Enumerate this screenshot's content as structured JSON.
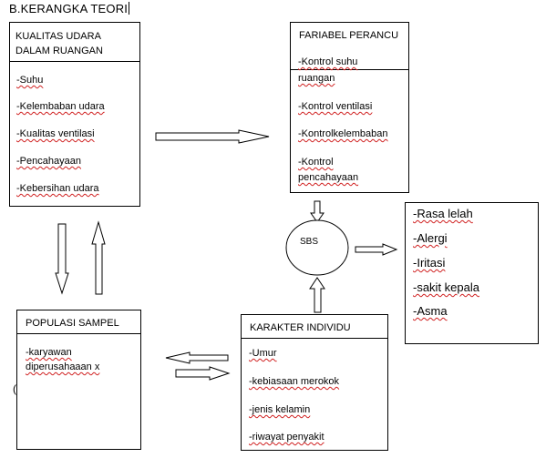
{
  "title": "B.KERANGKA TEORI",
  "kualitas": {
    "header": [
      "KUALITAS UDARA",
      "DALAM RUANGAN"
    ],
    "items": [
      "-Suhu",
      "-Kelembaban udara",
      "-Kualitas ventilasi",
      "-Pencahayaan",
      "-Kebersihan udara"
    ]
  },
  "fariabel": {
    "header": "FARIABEL PERANCU",
    "items": [
      "-Kontrol suhu",
      "ruangan",
      "-Kontrol ventilasi",
      "-Kontrolkelembaban",
      "-Kontrol",
      "pencahayaan"
    ]
  },
  "sbs": "SBS",
  "gejala": {
    "items": [
      "-Rasa lelah",
      "-Alergi",
      "-Iritasi",
      "-sakit kepala",
      "-Asma"
    ]
  },
  "populasi": {
    "header": "POPULASI SAMPEL",
    "items": [
      "-karyawan",
      "diperusahaaan x"
    ]
  },
  "karakter": {
    "header": "KARAKTER INDIVIDU",
    "items": [
      "-Umur",
      "-kebiasaan merokok",
      "-jenis kelamin",
      "-riwayat penyakit"
    ]
  },
  "stray_mark": "("
}
